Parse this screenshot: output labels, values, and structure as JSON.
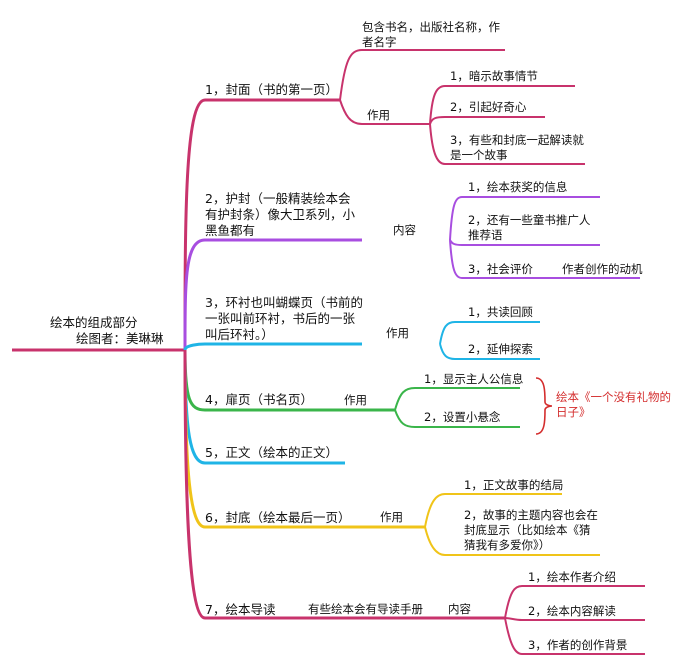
{
  "colors": {
    "root": "#c8336c",
    "magenta": "#c8336c",
    "purple": "#a84ee0",
    "cyan": "#1fb4e6",
    "green": "#3ab54a",
    "yellow": "#f0c419",
    "note": "#d42d2d"
  },
  "root": {
    "title": "绘本的组成部分",
    "author": "绘图者：美琳琳"
  },
  "branches": {
    "cover": {
      "label": "1，封面（书的第一页）",
      "info": "包含书名，出版社名称，作者名字",
      "function_label": "作用",
      "functions": [
        "1，暗示故事情节",
        "2，引起好奇心",
        "3，有些和封底一起解读就是一个故事"
      ]
    },
    "jacket": {
      "label": "2，护封（一般精装绘本会有护封条）像大卫系列，小黑鱼都有",
      "content_label": "内容",
      "items": [
        "1，绘本获奖的信息",
        "2，还有一些童书推广人推荐语",
        "3，社会评价",
        "作者创作的动机"
      ]
    },
    "endpaper": {
      "label": "3，环衬也叫蝴蝶页（书前的一张叫前环衬，书后的一张叫后环衬。）",
      "function_label": "作用",
      "items": [
        "1，共读回顾",
        "2，延伸探索"
      ]
    },
    "title_page": {
      "label": "4，扉页（书名页）",
      "function_label": "作用",
      "items": [
        "1，显示主人公信息",
        "2，设置小悬念"
      ],
      "note": "绘本《一个没有礼物的日子》"
    },
    "body": {
      "label": "5，正文（绘本的正文）"
    },
    "back_cover": {
      "label": "6，封底（绘本最后一页）",
      "function_label": "作用",
      "items": [
        "1，正文故事的结局",
        "2，故事的主题内容也会在封底显示（比如绘本《猜猜我有多爱你》）"
      ]
    },
    "guide": {
      "label": "7，绘本导读",
      "note": "有些绘本会有导读手册",
      "content_label": "内容",
      "items": [
        "1，绘本作者介绍",
        "2，绘本内容解读",
        "3，作者的创作背景"
      ]
    }
  }
}
